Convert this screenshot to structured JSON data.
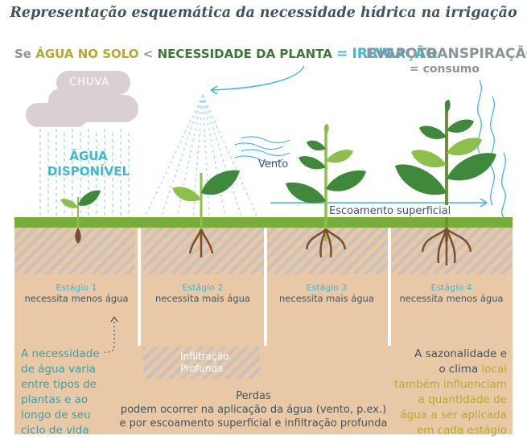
{
  "title": "Representação esquemática da necessidade hídrica na irrigação",
  "formula": {
    "se": "Se",
    "agua_solo": "ÁGUA NO SOLO",
    "lt": "<",
    "necessidade": "NECESSIDADE DA PLANTA",
    "eq": "=",
    "irrigacao": "IRRIGAÇÃO"
  },
  "evapotranspiracao": "EVAPOTRANSPIRAÇÃO",
  "consumo": "= consumo",
  "chuva": "CHUVA",
  "agua_disponivel": [
    "ÁGUA",
    "DISPONÍVEL"
  ],
  "vento": "Vento",
  "escoamento": "Escoamento superficial",
  "stages": [
    {
      "name": "Estágio 1",
      "need": "necessita menos água"
    },
    {
      "name": "Estágio 2",
      "need": "necessita mais água"
    },
    {
      "name": "Estágio 3",
      "need": "necessita mais água"
    },
    {
      "name": "Estágio 4",
      "need": "necessita menos água"
    }
  ],
  "infiltracao": [
    "Infiltração",
    "Profunda"
  ],
  "left_note": [
    "A necessidade",
    "de água varia",
    "entre tipos de",
    "plantas e ao",
    "longo de seu",
    "ciclo de vida"
  ],
  "right_note": {
    "l1": "A sazonalidade e",
    "l2a": "o clima",
    "l2b": "local",
    "l3": "também influenciam",
    "l4": "a quantidade de",
    "l5": "água a ser aplicada",
    "l6": "em cada estágio"
  },
  "perdas": [
    "Perdas",
    "podem  ocorrer na aplicação da água (vento, p.ex.)",
    "e por escoamento superficial e infiltração profunda"
  ],
  "colors": {
    "soil": "#e9c9a5",
    "grass": "#79ad3a",
    "leaf": "#3f8a3a",
    "leaf_light": "#8cc04a",
    "root": "#7a4e2f",
    "water": "#3db7d6",
    "cloud": "#d8cdd2"
  }
}
